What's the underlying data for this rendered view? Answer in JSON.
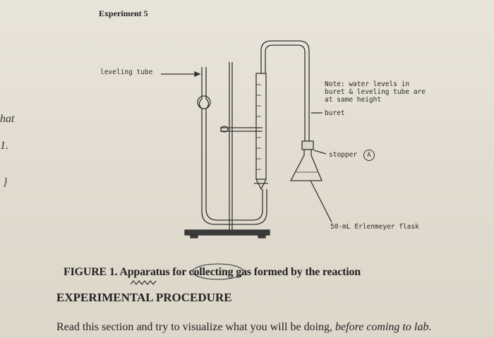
{
  "header": {
    "title": "Experiment 5"
  },
  "labels": {
    "leveling_tube": "leveling tube",
    "note_lines": [
      "Note:  water levels in",
      "buret  &  leveling  tube  are",
      "at  same  height"
    ],
    "buret": "buret",
    "stopper": "stopper",
    "stopper_marker": "A",
    "flask": "50-mL  Erlenmeyer  flask"
  },
  "caption": {
    "prefix": "FIGURE 1.",
    "text": "Apparatus for collecting gas formed by the reaction"
  },
  "section": {
    "heading": "EXPERIMENTAL PROCEDURE"
  },
  "body": {
    "text_before": "Read this section and try to visualize what you will be doing, ",
    "text_italic": "before coming to lab."
  },
  "margin_fragments": [
    "hat",
    "1.",
    "}"
  ]
}
